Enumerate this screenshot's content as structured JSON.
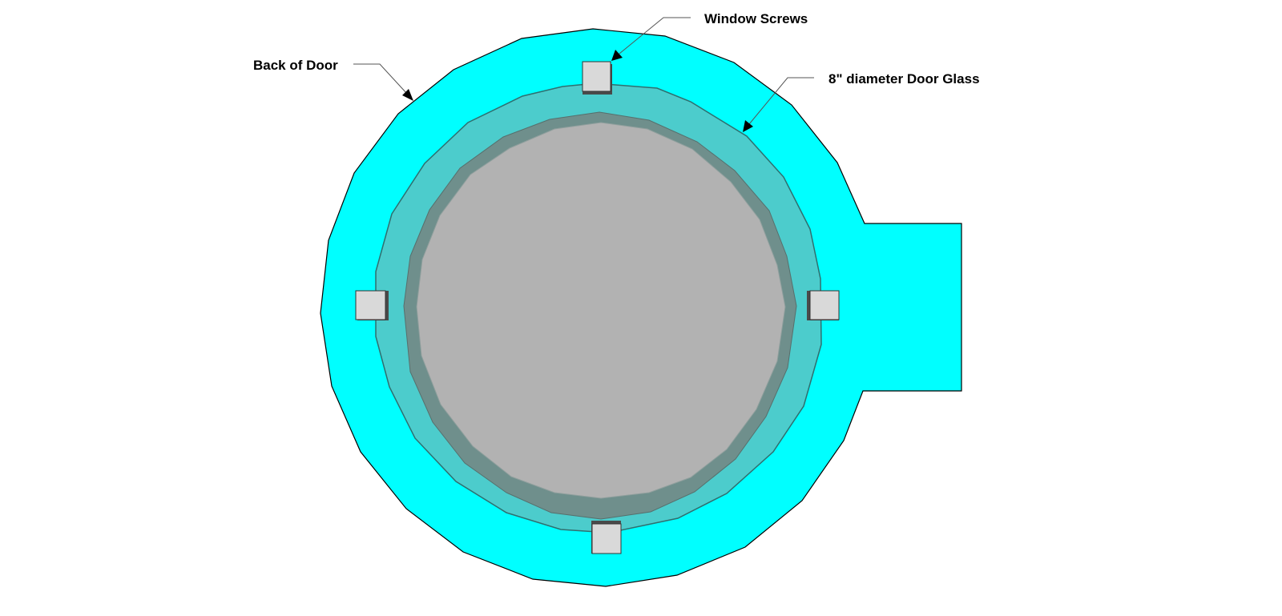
{
  "labels": {
    "back_of_door": "Back of Door",
    "window_screws": "Window Screws",
    "door_glass": "8\" diameter Door Glass"
  },
  "colors": {
    "door": "#00ffff",
    "frame_ring": "#4ccccc",
    "gasket_ring": "#6f8f8c",
    "glass": "#b2b2b2",
    "screw_face": "#d9d9d9",
    "screw_shadow": "#4a4a4a"
  }
}
